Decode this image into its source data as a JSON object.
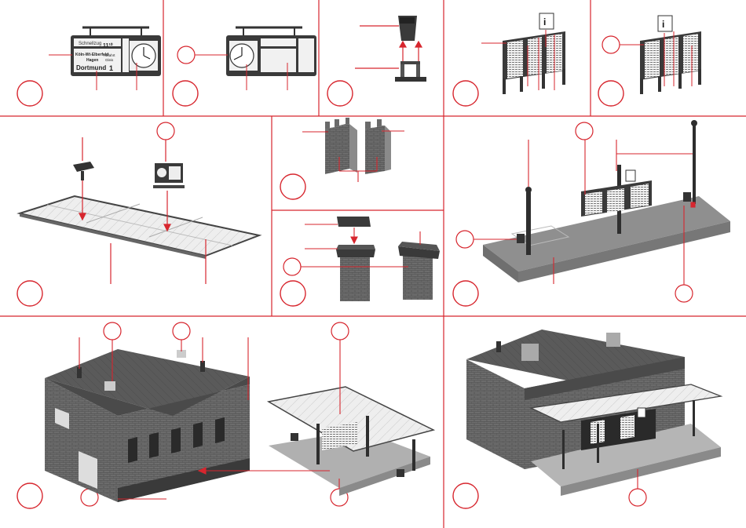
{
  "accent_color": "#d7262e",
  "line_color": "#d7262e",
  "ink_color": "#222222",
  "steps": [
    {
      "id": "step-1",
      "desc": "station sign with clock"
    },
    {
      "id": "step-2",
      "desc": "station sign mirrored"
    },
    {
      "id": "step-3",
      "desc": "waste bin assembly"
    },
    {
      "id": "step-4",
      "desc": "notice boards"
    },
    {
      "id": "step-5",
      "desc": "notice boards with sign"
    },
    {
      "id": "step-6",
      "desc": "platform roof glazing"
    },
    {
      "id": "step-7",
      "desc": "chimney walls"
    },
    {
      "id": "step-8",
      "desc": "chimney cap"
    },
    {
      "id": "step-9",
      "desc": "platform with lamps"
    },
    {
      "id": "step-10",
      "desc": "station building and canopy"
    },
    {
      "id": "step-11",
      "desc": "completed station"
    }
  ],
  "sign": {
    "line1": "Schnellzug",
    "time": "11¹⁰",
    "line2": "Köln-Wt-Elberfeld",
    "line3": "Hagen",
    "dest": "Dortmund",
    "platform_label": "Abfahrt",
    "platform_label2": "Gleis",
    "platform_no": "1"
  }
}
